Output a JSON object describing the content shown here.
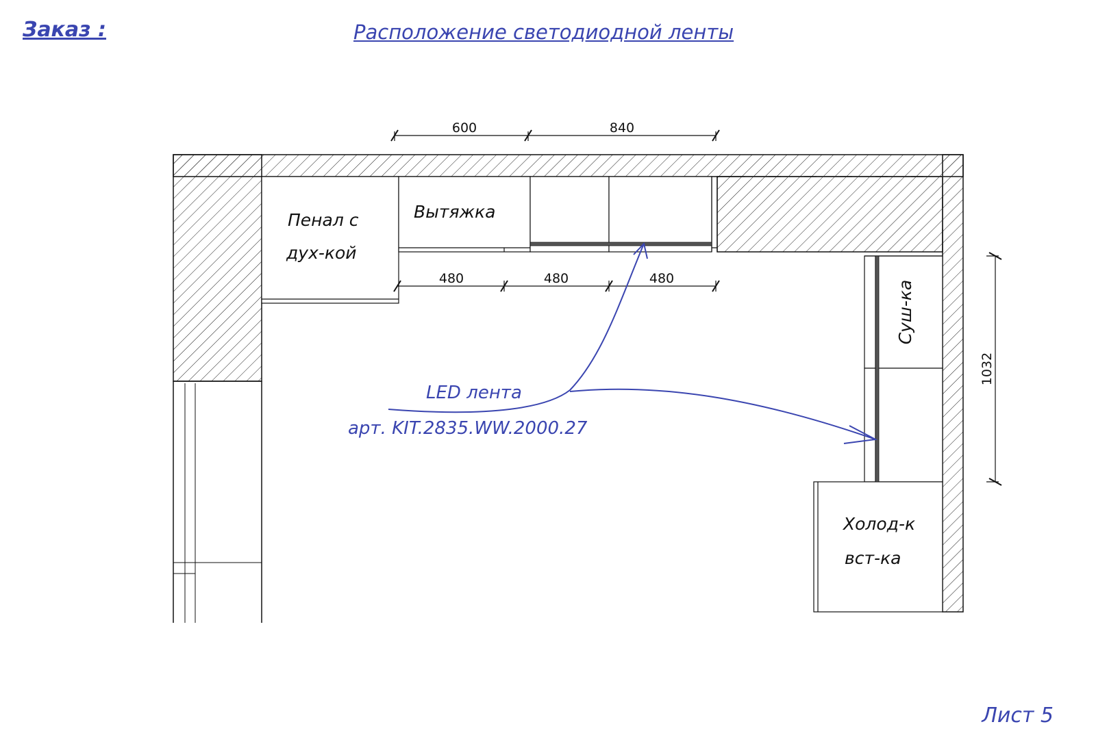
{
  "header": {
    "order_label": "Заказ :",
    "title": "Расположение светодиодной ленты"
  },
  "footer": {
    "sheet": "Лист 5"
  },
  "dimensions": {
    "top_upper": [
      "600",
      "840"
    ],
    "top_lower": [
      "480",
      "480",
      "480"
    ],
    "right_vertical": "1032"
  },
  "labels": {
    "penal_line1": "Пенал с",
    "penal_line2": "дух-кой",
    "hood": "Вытяжка",
    "dryer": "Суш-ка",
    "fridge_line1": "Холод-к",
    "fridge_line2": "вст-ка"
  },
  "annotation": {
    "led_line1": "LED лента",
    "led_line2": "арт. KIT.2835.WW.2000.27"
  },
  "colors": {
    "ink": "#3a45b0",
    "line": "#111111"
  }
}
